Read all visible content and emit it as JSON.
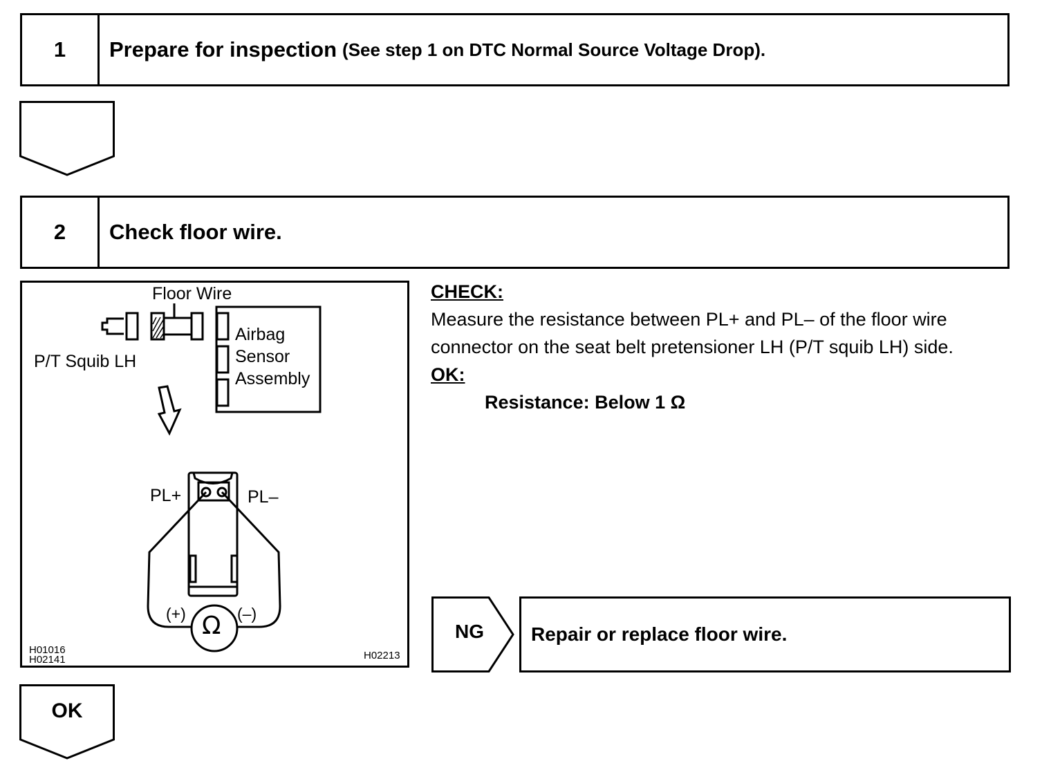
{
  "steps": [
    {
      "number": "1",
      "title": "Prepare for inspection",
      "note": "(See step 1 on DTC Normal Source Voltage Drop)."
    },
    {
      "number": "2",
      "title": "Check floor wire.",
      "note": ""
    }
  ],
  "figure": {
    "floor_wire": "Floor Wire",
    "squib": "P/T Squib LH",
    "sensor_lines": [
      "Airbag",
      "Sensor",
      "Assembly"
    ],
    "pl_plus": "PL+",
    "pl_minus": "PL–",
    "meter_plus": "(+)",
    "meter_minus": "(–)",
    "ohm_symbol": "Ω",
    "codes_left": [
      "H01016",
      "H02141"
    ],
    "code_right": "H02213"
  },
  "check": {
    "header": "CHECK:",
    "line1": "Measure the resistance between PL+ and PL– of the floor wire",
    "line2": "connector on the seat belt pretensioner LH (P/T squib LH) side.",
    "ok_header": "OK:",
    "resistance": "Resistance: Below 1 Ω"
  },
  "ng": {
    "label": "NG",
    "action": "Repair or replace floor wire."
  },
  "ok_label": "OK"
}
